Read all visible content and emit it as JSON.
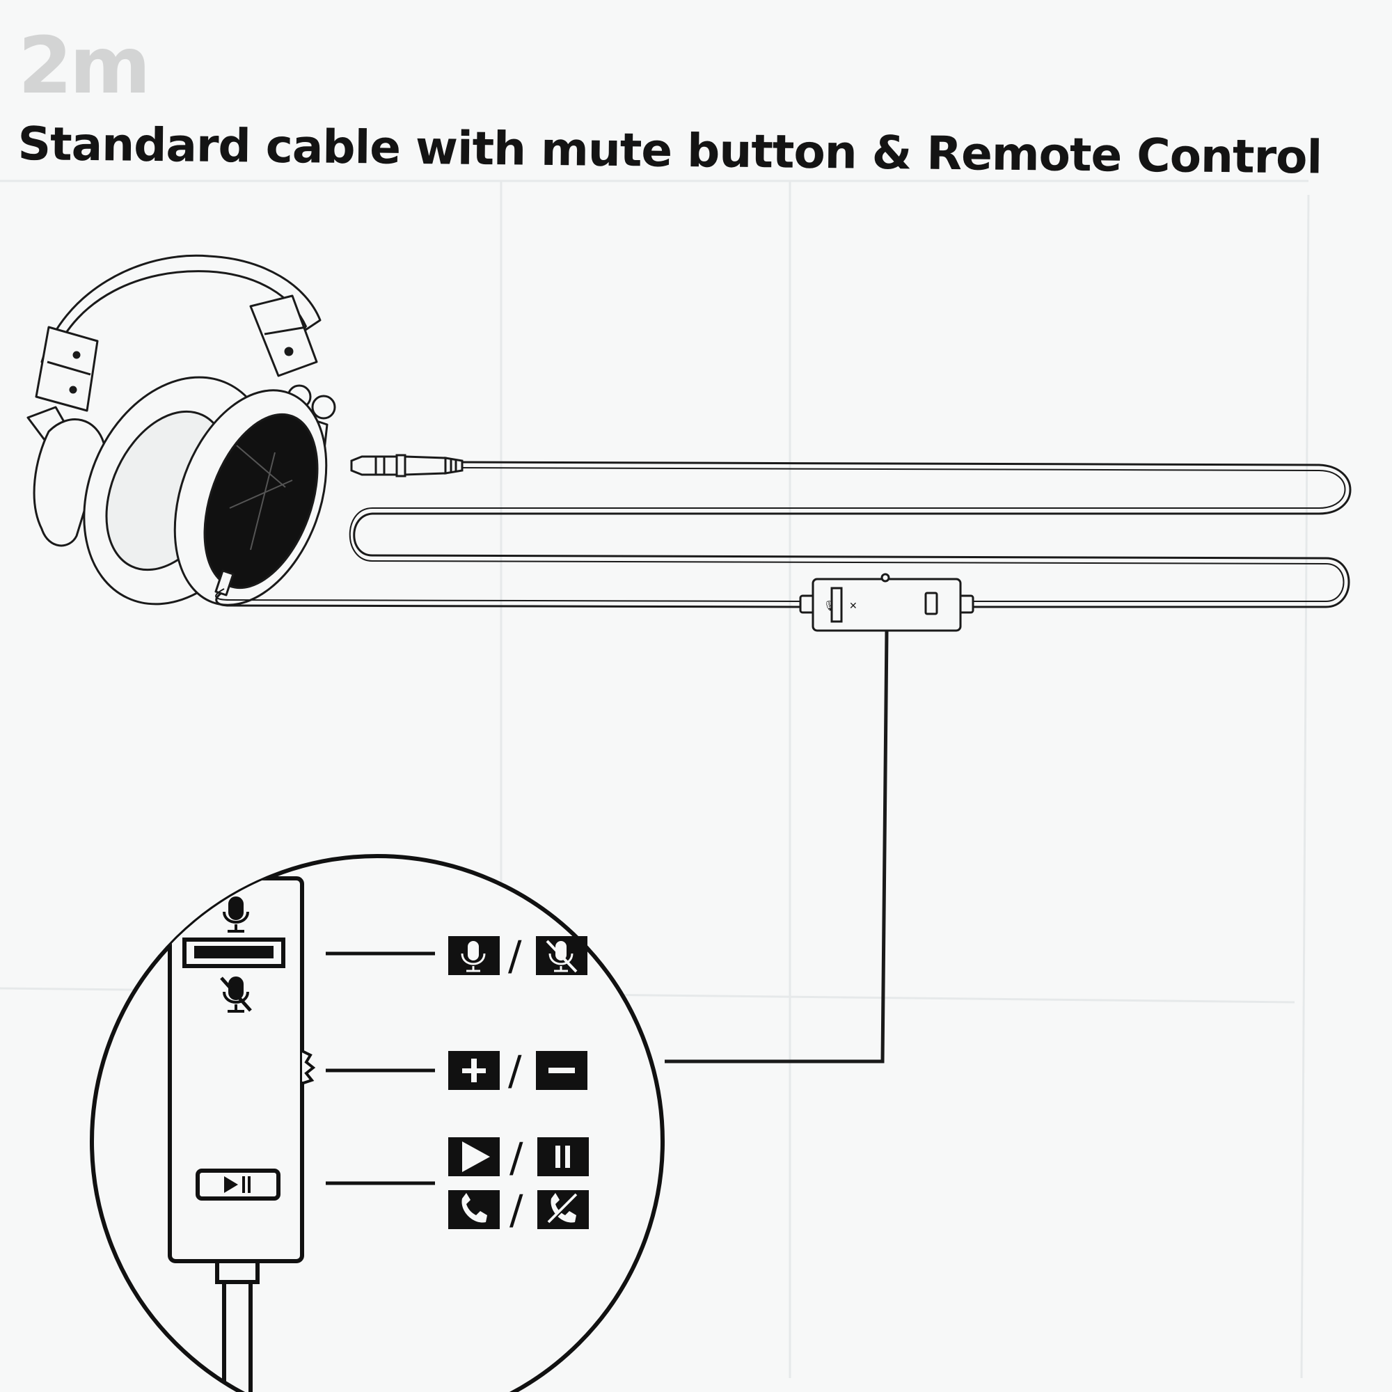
{
  "header": {
    "cable_length": "2m",
    "title": "Standard cable with mute button & Remote Control"
  },
  "icons": {
    "headphones": "headphones-icon",
    "plug": "audio-jack-plug",
    "remote": "inline-remote-control",
    "mic_on": "microphone-icon",
    "mic_off": "microphone-muted-icon",
    "volume_up": "plus-icon",
    "volume_down": "minus-icon",
    "play": "play-icon",
    "pause": "pause-icon",
    "call": "phone-icon",
    "hang_up": "phone-off-icon",
    "play_pause": "play-pause-icon"
  },
  "legend": {
    "separator": "/"
  },
  "colors": {
    "line": "#111111",
    "background": "#f7f8f8",
    "icon_fill": "#111111"
  }
}
